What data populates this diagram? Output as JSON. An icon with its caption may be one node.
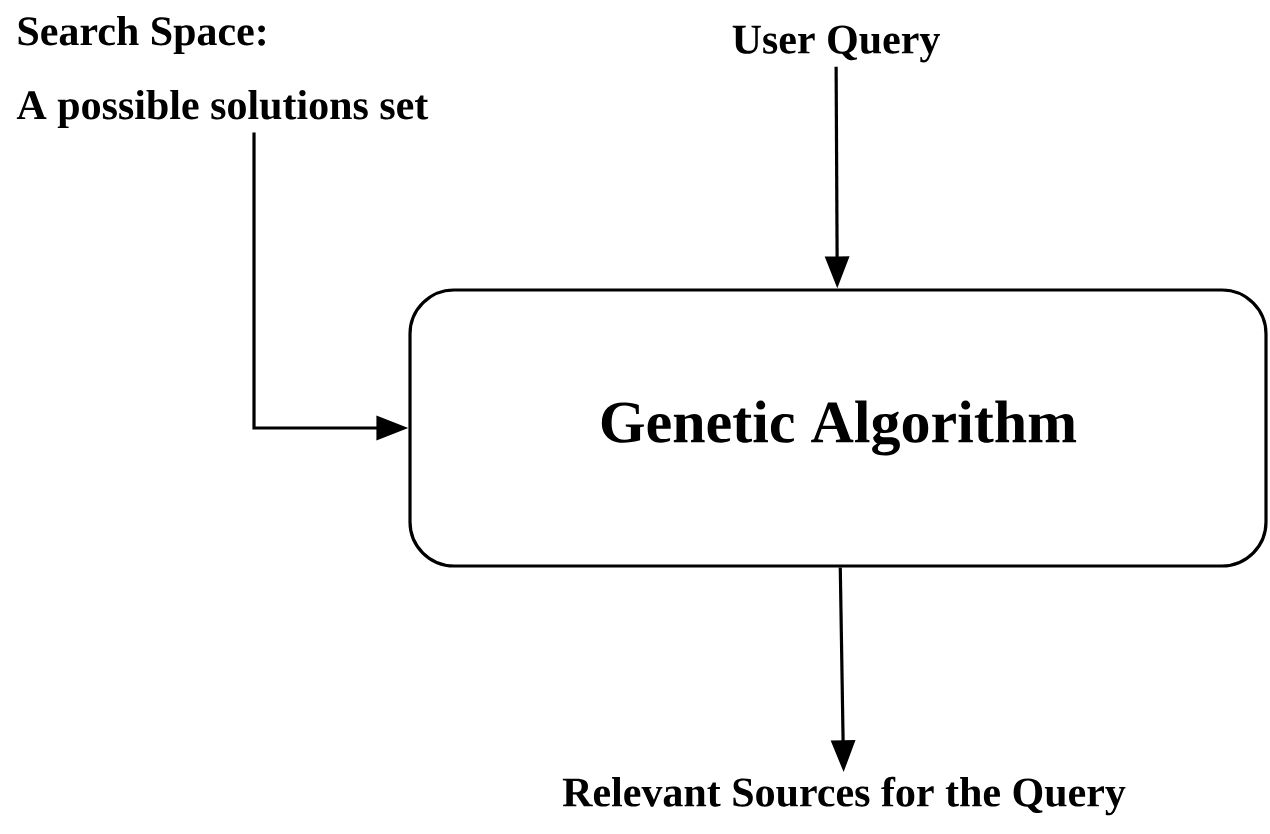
{
  "diagram": {
    "nodes": [
      {
        "text": [
          "Search Space:",
          "A possible solutions set"
        ]
      },
      {
        "text": [
          "User Query"
        ]
      },
      {
        "text": [
          "Genetic Algorithm"
        ]
      },
      {
        "text": [
          "Relevant Sources for the Query"
        ]
      }
    ],
    "edges": [
      {
        "from": 0,
        "to": 2,
        "arrow": "to"
      },
      {
        "from": 1,
        "to": 2,
        "arrow": "to"
      },
      {
        "from": 2,
        "to": 3,
        "arrow": "to"
      }
    ]
  }
}
